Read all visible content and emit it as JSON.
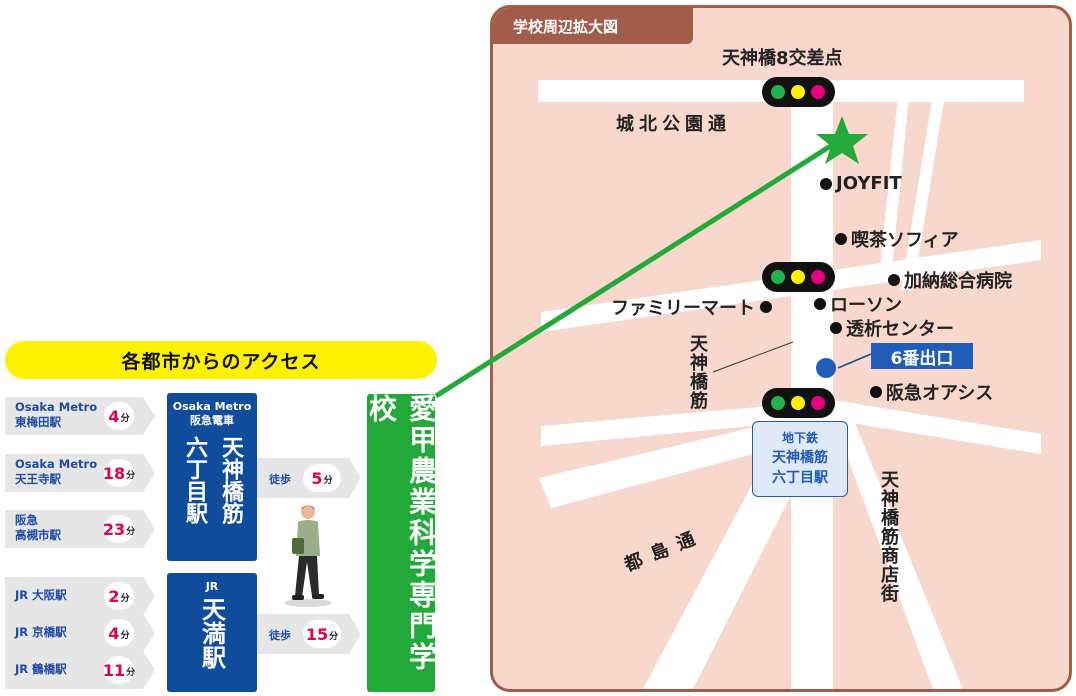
{
  "access": {
    "title": "各都市からのアクセス",
    "routes": [
      {
        "line": "Osaka Metro",
        "station": "東梅田駅",
        "minutes": "4",
        "unit": "分"
      },
      {
        "line": "Osaka Metro",
        "station": "天王寺駅",
        "minutes": "18",
        "unit": "分"
      },
      {
        "line": "阪急",
        "station": "高槻市駅",
        "minutes": "23",
        "unit": "分"
      },
      {
        "line": "JR",
        "station": "大阪駅",
        "minutes": "2",
        "unit": "分"
      },
      {
        "line": "JR",
        "station": "京橋駅",
        "minutes": "4",
        "unit": "分"
      },
      {
        "line": "JR",
        "station": "鶴橋駅",
        "minutes": "11",
        "unit": "分"
      }
    ],
    "hub1": {
      "lines": "Osaka Metro",
      "lines2": "阪急電車",
      "name": "天神橋筋六丁目駅",
      "col1": "天神橋筋",
      "col2": "六丁目駅"
    },
    "hub2": {
      "lines": "JR",
      "name": "天満駅"
    },
    "walk1": {
      "label": "徒歩",
      "minutes": "5",
      "unit": "分"
    },
    "walk2": {
      "label": "徒歩",
      "minutes": "15",
      "unit": "分"
    },
    "school": "愛甲農業科学専門学校"
  },
  "map": {
    "tag": "学校周辺拡大図",
    "intersection": "天神橋8交差点",
    "road_north": "城北公園通",
    "road_tenjin": "天神橋筋",
    "road_miyakojima": "都島通",
    "arcade": "天神橋筋商店街",
    "exit_label": "6番出口",
    "station_box": [
      "地下鉄",
      "天神橋筋",
      "六丁目駅"
    ],
    "pois": {
      "joyfit": "JOYFIT",
      "cafe": "喫茶ソフィア",
      "hospital": "加納総合病院",
      "familymart": "ファミリーマート",
      "lawson": "ローソン",
      "dialysis": "透析センター",
      "oasis": "阪急オアシス"
    }
  },
  "colors": {
    "school_green": "#22a93a",
    "station_blue": "#0f4c9c",
    "map_bg": "#f8d8cd",
    "map_border": "#a25c4a",
    "minute_red": "#e5004f",
    "title_yellow": "#fff200",
    "signal_green": "#22b14c",
    "signal_yellow": "#fff200",
    "signal_red": "#e4007f"
  }
}
